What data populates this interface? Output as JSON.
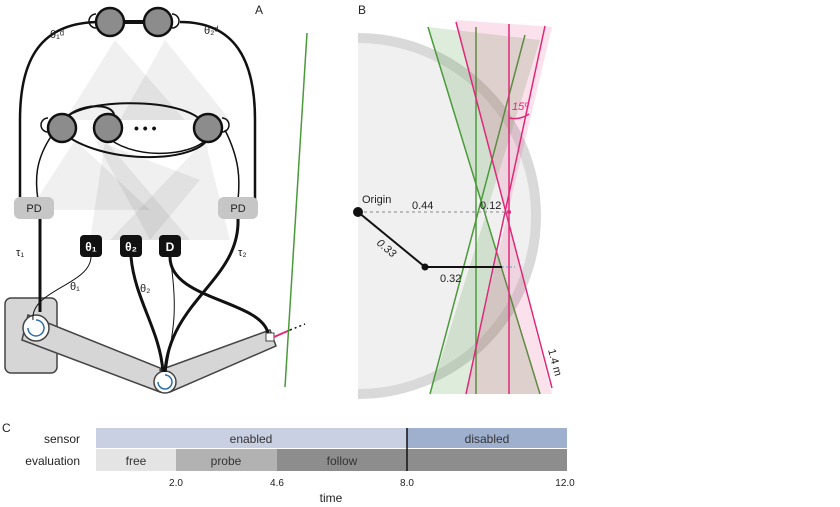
{
  "panel_a": {
    "label": "A",
    "theta1_d": "θ₁ᵈ",
    "theta2_d": "θ₂ᵈ",
    "pd_left": "PD",
    "pd_right": "PD",
    "tau1": "τ₁",
    "tau2": "τ₂",
    "sensor_theta1": "θ₁",
    "sensor_theta2": "θ₂",
    "sensor_d": "D",
    "arm_theta1": "θ₁",
    "arm_theta2": "θ₂",
    "ellipsis": "• • •"
  },
  "panel_b": {
    "label": "B",
    "origin": "Origin",
    "d_044": "0.44",
    "d_012": "0.12",
    "d_033": "0.33",
    "d_032": "0.32",
    "angle": "15º",
    "length": "1.4 m",
    "colors": {
      "green": "#4a9a3a",
      "pink": "#e0287a"
    }
  },
  "panel_c": {
    "label": "C",
    "row_sensor": "sensor",
    "row_evaluation": "evaluation",
    "enabled": "enabled",
    "disabled": "disabled",
    "free": "free",
    "probe": "probe",
    "follow": "follow",
    "ticks": [
      "2.0",
      "4.6",
      "8.0",
      "12.0"
    ],
    "xlabel": "time",
    "colors": {
      "enabled": "#c9d0e2",
      "disabled": "#9fb0cf",
      "free": "#e4e4e4",
      "probe": "#b2b2b2",
      "follow": "#8d8d8d",
      "after": "#8d8d8d"
    }
  }
}
